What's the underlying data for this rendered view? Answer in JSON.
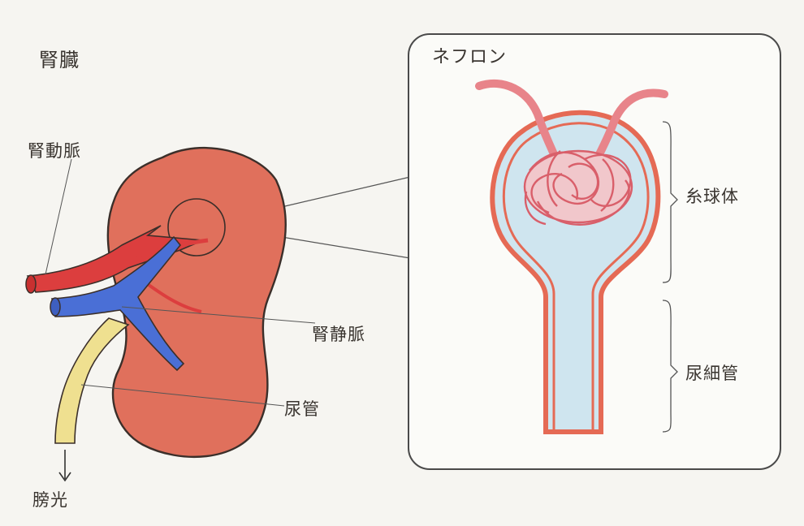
{
  "kidney": {
    "title": "腎臓",
    "renal_artery": "腎動脈",
    "renal_vein": "腎静脈",
    "ureter": "尿管",
    "bladder": "膀光"
  },
  "nephron": {
    "title": "ネフロン",
    "glomerulus": "糸球体",
    "tubule": "尿細管"
  },
  "colors": {
    "kidney": "#e0705c",
    "artery": "#dc3e3e",
    "vein": "#4a6fd6",
    "ureter": "#efe090",
    "capsule_fill": "#cfe5ef",
    "glomerulus": "#e8848a"
  }
}
